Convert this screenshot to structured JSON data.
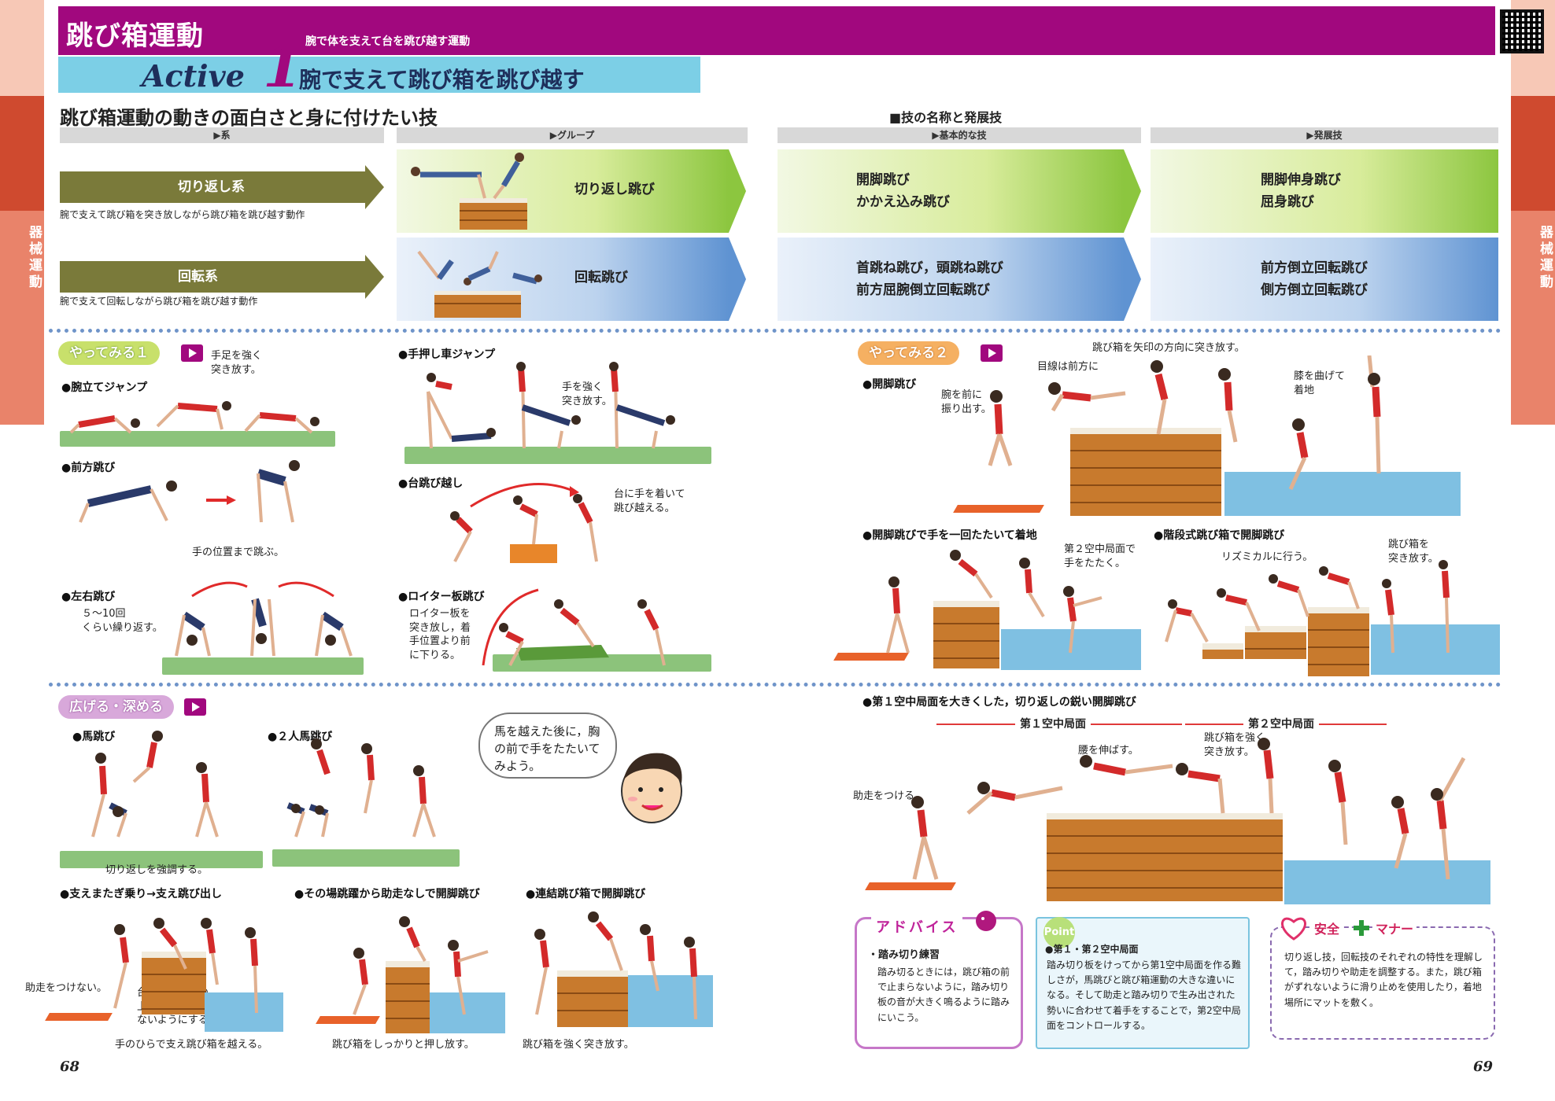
{
  "header": {
    "title": "跳び箱運動",
    "subtitle": "腕で体を支えて台を跳び越す運動",
    "active_word": "Active",
    "active_num": "1",
    "active_title": "腕で支えて跳び箱を跳び越す"
  },
  "side_label": "器械運動",
  "overview": {
    "heading": "跳び箱運動の動きの面白さと身に付けたい技",
    "waza_heading": "■技の名称と発展技",
    "columns": [
      "▶系",
      "▶グループ",
      "▶基本的な技",
      "▶発展技"
    ],
    "rows": [
      {
        "system": "切り返し系",
        "desc": "腕で支えて跳び箱を突き放しながら跳び箱を跳び越す動作",
        "group": "切り返し跳び",
        "basic": [
          "開脚跳び",
          "かかえ込み跳び"
        ],
        "advanced": [
          "開脚伸身跳び",
          "屈身跳び"
        ]
      },
      {
        "system": "回転系",
        "desc": "腕で支えて回転しながら跳び箱を跳び越す動作",
        "group": "回転跳び",
        "basic": [
          "首跳ね跳び，頭跳ね跳び",
          "前方屈腕倒立回転跳び"
        ],
        "advanced": [
          "前方倒立回転跳び",
          "側方倒立回転跳び"
        ]
      }
    ]
  },
  "yatte1": {
    "badge": "やってみる１",
    "note_top": "手足を強く\n突き放す。",
    "items": [
      {
        "title": "●腕立てジャンプ"
      },
      {
        "title": "●前方跳び",
        "caption": "手の位置まで跳ぶ。"
      },
      {
        "title": "●左右跳び",
        "caption": "５～10回\nくらい繰り返す。"
      }
    ]
  },
  "middle": {
    "items": [
      {
        "title": "●手押し車ジャンプ",
        "caption": "手を強く\n突き放す。"
      },
      {
        "title": "●台跳び越し",
        "caption": "台に手を着いて\n跳び越える。"
      },
      {
        "title": "●ロイター板跳び",
        "caption": "ロイター板を\n突き放し，着\n手位置より前\nに下りる。"
      }
    ]
  },
  "yatte2": {
    "badge": "やってみる２",
    "kaikyaku_title": "●開脚跳び",
    "notes": [
      "跳び箱を矢印の方向に突き放す。",
      "目線は前方に",
      "腕を前に\n振り出す。",
      "膝を曲げて\n着地"
    ],
    "clap_title": "●開脚跳びで手を一回たたいて着地",
    "clap_note": "第２空中局面で\n手をたたく。",
    "step_title": "●階段式跳び箱で開脚跳び",
    "step_note1": "リズミカルに行う。",
    "step_note2": "跳び箱を\n突き放す。"
  },
  "hirogeru": {
    "badge": "広げる・深める",
    "uma_title": "●馬跳び",
    "uma_caption": "切り返しを強調する。",
    "uma2_title": "●２人馬跳び",
    "speech": "馬を越えた後に，胸の前で手をたたいてみよう。",
    "sasae_title": "●支えまたぎ乗り→支え跳び出し",
    "sasae_note1": "助走をつけない。",
    "sasae_note2": "台上にある手の\n上にお尻を乗せ\nないようにする。",
    "sasae_caption": "手のひらで支え跳び箱を越える。",
    "sonoba_title": "●その場跳躍から助走なしで開脚跳び",
    "sonoba_caption": "跳び箱をしっかりと押し放す。",
    "renketsu_title": "●連結跳び箱で開脚跳び",
    "renketsu_caption": "跳び箱を強く突き放す。"
  },
  "big": {
    "title": "●第１空中局面を大きくした，切り返しの鋭い開脚跳び",
    "phase1": "第１空中局面",
    "phase2": "第２空中局面",
    "notes": [
      "助走をつける。",
      "腰を伸ばす。",
      "跳び箱を強く\n突き放す。"
    ]
  },
  "advice": {
    "title": "アドバイス",
    "subtitle": "・踏み切り練習",
    "body": "踏み切るときには，跳び箱の前で止まらないように，踏み切り板の音が大きく鳴るように踏みにいこう。"
  },
  "point": {
    "tag": "Point",
    "title": "●第１・第２空中局面",
    "body": "踏み切り板をけってから第1空中局面を作る難しさが，馬跳びと跳び箱運動の大きな違いになる。そして助走と踏み切りで生み出された勢いに合わせて着手をすることで，第2空中局面をコントロールする。"
  },
  "safety": {
    "title_a": "安全",
    "title_b": "マナー",
    "body": "切り返し技，回転技のそれぞれの特性を理解して，踏み切りや助走を調整する。また，跳び箱がずれないように滑り止めを使用したり，着地場所にマットを敷く。"
  },
  "pages": {
    "left": "68",
    "right": "69"
  },
  "colors": {
    "magenta": "#a1087e",
    "cyan": "#7ccfe6",
    "olive": "#7a7a3a",
    "green": "#8cc63f",
    "blue": "#5f93d2",
    "tab": "#e9836a"
  }
}
